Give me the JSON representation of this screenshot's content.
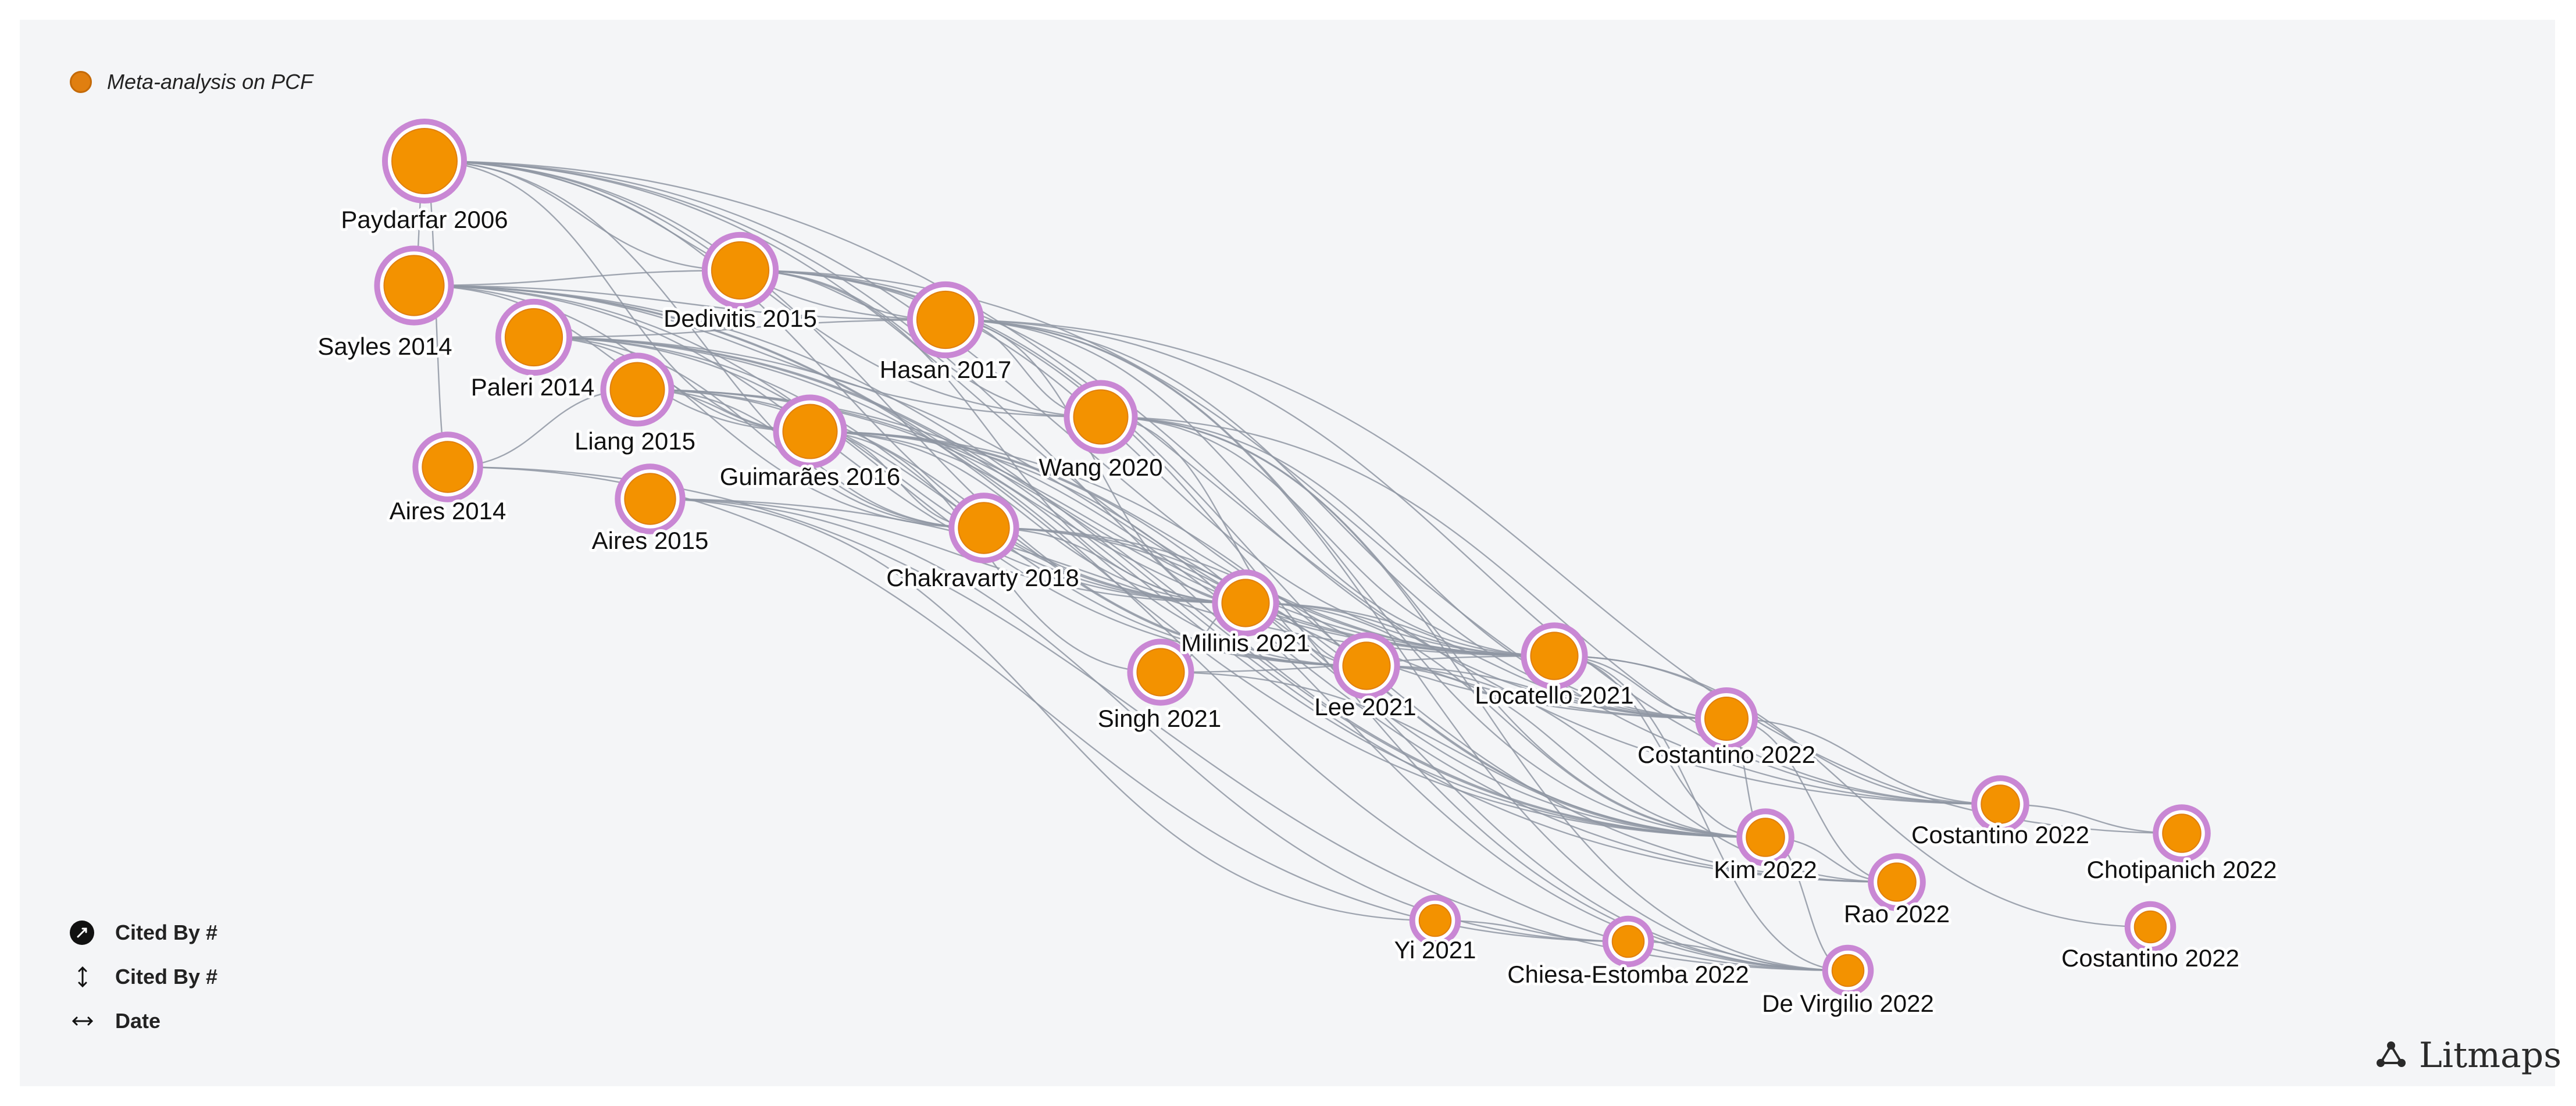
{
  "legend": {
    "series_label": "Meta-analysis on PCF",
    "series_color": "#f39200",
    "ring_color": "#c987d4"
  },
  "controls": [
    {
      "icon": "size-icon",
      "label": "Cited By #"
    },
    {
      "icon": "vertical-arrows-icon",
      "label": "Cited By #"
    },
    {
      "icon": "horizontal-arrows-icon",
      "label": "Date"
    }
  ],
  "brand": {
    "name": "Litmaps",
    "icon": "litmaps-logo-icon"
  },
  "papers": [
    {
      "id": "paydarfar2006",
      "label": "Paydarfar 2006",
      "citations": 10
    },
    {
      "id": "sayles2014",
      "label": "Sayles 2014",
      "citations": 8
    },
    {
      "id": "dedivitis2015",
      "label": "Dedivitis 2015",
      "citations": 7
    },
    {
      "id": "paleri2014",
      "label": "Paleri 2014",
      "citations": 7
    },
    {
      "id": "hasan2017",
      "label": "Hasan 2017",
      "citations": 7
    },
    {
      "id": "liang2015",
      "label": "Liang 2015",
      "citations": 6
    },
    {
      "id": "guimaraes2016",
      "label": "Guimarães 2016",
      "citations": 6
    },
    {
      "id": "wang2020",
      "label": "Wang 2020",
      "citations": 6
    },
    {
      "id": "aires2014",
      "label": "Aires 2014",
      "citations": 5
    },
    {
      "id": "aires2015",
      "label": "Aires 2015",
      "citations": 5
    },
    {
      "id": "chakravarty2018",
      "label": "Chakravarty 2018",
      "citations": 5
    },
    {
      "id": "milinis2021",
      "label": "Milinis 2021",
      "citations": 4
    },
    {
      "id": "singh2021",
      "label": "Singh 2021",
      "citations": 4
    },
    {
      "id": "lee2021",
      "label": "Lee 2021",
      "citations": 4
    },
    {
      "id": "locatello2021",
      "label": "Locatello 2021",
      "citations": 4
    },
    {
      "id": "costantino2022a",
      "label": "Costantino 2022",
      "citations": 3
    },
    {
      "id": "costantino2022b",
      "label": "Costantino 2022",
      "citations": 2
    },
    {
      "id": "chotipanich2022",
      "label": "Chotipanich 2022",
      "citations": 2
    },
    {
      "id": "kim2022",
      "label": "Kim 2022",
      "citations": 2
    },
    {
      "id": "rao2022",
      "label": "Rao 2022",
      "citations": 2
    },
    {
      "id": "costantino2022c",
      "label": "Costantino 2022",
      "citations": 1
    },
    {
      "id": "yi2021",
      "label": "Yi 2021",
      "citations": 1
    },
    {
      "id": "chiesaestomba2022",
      "label": "Chiesa-Estomba 2022",
      "citations": 1
    },
    {
      "id": "devirgilio2022",
      "label": "De Virgilio 2022",
      "citations": 1
    }
  ],
  "links": [
    [
      "paydarfar2006",
      "dedivitis2015"
    ],
    [
      "paydarfar2006",
      "hasan2017"
    ],
    [
      "paydarfar2006",
      "wang2020"
    ],
    [
      "paydarfar2006",
      "guimaraes2016"
    ],
    [
      "paydarfar2006",
      "locatello2021"
    ],
    [
      "paydarfar2006",
      "milinis2021"
    ],
    [
      "paydarfar2006",
      "costantino2022a"
    ],
    [
      "paydarfar2006",
      "costantino2022b"
    ],
    [
      "paydarfar2006",
      "lee2021"
    ],
    [
      "paydarfar2006",
      "kim2022"
    ],
    [
      "paydarfar2006",
      "sayles2014"
    ],
    [
      "paydarfar2006",
      "chakravarty2018"
    ],
    [
      "paydarfar2006",
      "aires2014"
    ],
    [
      "sayles2014",
      "dedivitis2015"
    ],
    [
      "sayles2014",
      "hasan2017"
    ],
    [
      "sayles2014",
      "guimaraes2016"
    ],
    [
      "sayles2014",
      "wang2020"
    ],
    [
      "sayles2014",
      "milinis2021"
    ],
    [
      "sayles2014",
      "lee2021"
    ],
    [
      "sayles2014",
      "locatello2021"
    ],
    [
      "sayles2014",
      "kim2022"
    ],
    [
      "sayles2014",
      "rao2022"
    ],
    [
      "sayles2014",
      "chakravarty2018"
    ],
    [
      "paleri2014",
      "hasan2017"
    ],
    [
      "paleri2014",
      "guimaraes2016"
    ],
    [
      "paleri2014",
      "milinis2021"
    ],
    [
      "paleri2014",
      "lee2021"
    ],
    [
      "paleri2014",
      "locatello2021"
    ],
    [
      "paleri2014",
      "kim2022"
    ],
    [
      "paleri2014",
      "devirgilio2022"
    ],
    [
      "paleri2014",
      "chakravarty2018"
    ],
    [
      "paleri2014",
      "costantino2022a"
    ],
    [
      "dedivitis2015",
      "hasan2017"
    ],
    [
      "dedivitis2015",
      "wang2020"
    ],
    [
      "dedivitis2015",
      "locatello2021"
    ],
    [
      "dedivitis2015",
      "costantino2022a"
    ],
    [
      "dedivitis2015",
      "costantino2022b"
    ],
    [
      "dedivitis2015",
      "milinis2021"
    ],
    [
      "dedivitis2015",
      "kim2022"
    ],
    [
      "dedivitis2015",
      "devirgilio2022"
    ],
    [
      "liang2015",
      "guimaraes2016"
    ],
    [
      "liang2015",
      "milinis2021"
    ],
    [
      "liang2015",
      "lee2021"
    ],
    [
      "liang2015",
      "locatello2021"
    ],
    [
      "liang2015",
      "kim2022"
    ],
    [
      "liang2015",
      "chakravarty2018"
    ],
    [
      "liang2015",
      "aires2014"
    ],
    [
      "liang2015",
      "rao2022"
    ],
    [
      "hasan2017",
      "wang2020"
    ],
    [
      "hasan2017",
      "locatello2021"
    ],
    [
      "hasan2017",
      "costantino2022a"
    ],
    [
      "hasan2017",
      "costantino2022b"
    ],
    [
      "hasan2017",
      "chotipanich2022"
    ],
    [
      "hasan2017",
      "kim2022"
    ],
    [
      "hasan2017",
      "devirgilio2022"
    ],
    [
      "hasan2017",
      "milinis2021"
    ],
    [
      "guimaraes2016",
      "chakravarty2018"
    ],
    [
      "guimaraes2016",
      "milinis2021"
    ],
    [
      "guimaraes2016",
      "lee2021"
    ],
    [
      "guimaraes2016",
      "locatello2021"
    ],
    [
      "guimaraes2016",
      "kim2022"
    ],
    [
      "guimaraes2016",
      "devirgilio2022"
    ],
    [
      "guimaraes2016",
      "singh2021"
    ],
    [
      "guimaraes2016",
      "rao2022"
    ],
    [
      "wang2020",
      "locatello2021"
    ],
    [
      "wang2020",
      "costantino2022a"
    ],
    [
      "wang2020",
      "kim2022"
    ],
    [
      "wang2020",
      "costantino2022b"
    ],
    [
      "wang2020",
      "lee2021"
    ],
    [
      "wang2020",
      "devirgilio2022"
    ],
    [
      "aires2014",
      "devirgilio2022"
    ],
    [
      "aires2014",
      "chiesaestomba2022"
    ],
    [
      "aires2015",
      "milinis2021"
    ],
    [
      "aires2015",
      "yi2021"
    ],
    [
      "aires2015",
      "chiesaestomba2022"
    ],
    [
      "aires2015",
      "locatello2021"
    ],
    [
      "chakravarty2018",
      "milinis2021"
    ],
    [
      "chakravarty2018",
      "kim2022"
    ],
    [
      "chakravarty2018",
      "devirgilio2022"
    ],
    [
      "chakravarty2018",
      "locatello2021"
    ],
    [
      "milinis2021",
      "lee2021"
    ],
    [
      "milinis2021",
      "locatello2021"
    ],
    [
      "milinis2021",
      "kim2022"
    ],
    [
      "milinis2021",
      "costantino2022a"
    ],
    [
      "milinis2021",
      "singh2021"
    ],
    [
      "singh2021",
      "locatello2021"
    ],
    [
      "singh2021",
      "kim2022"
    ],
    [
      "lee2021",
      "kim2022"
    ],
    [
      "lee2021",
      "costantino2022a"
    ],
    [
      "lee2021",
      "rao2022"
    ],
    [
      "locatello2021",
      "costantino2022a"
    ],
    [
      "locatello2021",
      "costantino2022b"
    ],
    [
      "locatello2021",
      "kim2022"
    ],
    [
      "locatello2021",
      "devirgilio2022"
    ],
    [
      "locatello2021",
      "costantino2022c"
    ],
    [
      "costantino2022a",
      "costantino2022b"
    ],
    [
      "costantino2022a",
      "kim2022"
    ],
    [
      "costantino2022a",
      "rao2022"
    ],
    [
      "costantino2022b",
      "chotipanich2022"
    ],
    [
      "kim2022",
      "rao2022"
    ],
    [
      "kim2022",
      "devirgilio2022"
    ],
    [
      "yi2021",
      "chiesaestomba2022"
    ],
    [
      "chiesaestomba2022",
      "devirgilio2022"
    ]
  ]
}
